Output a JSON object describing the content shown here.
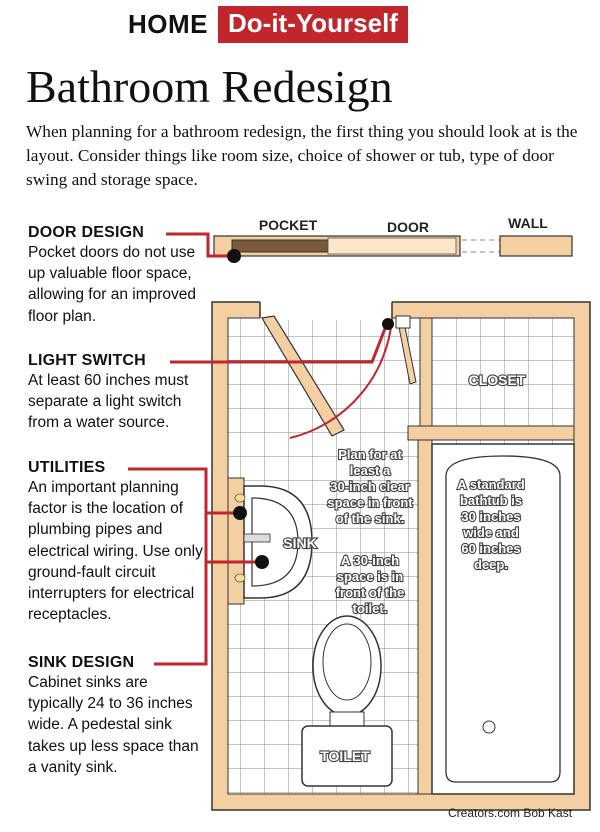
{
  "header": {
    "home": "HOME",
    "section": "Do-it-Yourself"
  },
  "title": "Bathroom Redesign",
  "intro": "When planning for a bathroom redesign, the first thing you should look at is the layout. Consider things like room size, choice of shower or tub, type of door swing and storage space.",
  "sidebar": [
    {
      "heading": "DOOR DESIGN",
      "body": "Pocket doors do not use up valuable floor space, allowing for an improved floor plan."
    },
    {
      "heading": "LIGHT SWITCH",
      "body": "At least 60 inches must separate a light switch from a water source."
    },
    {
      "heading": "UTILITIES",
      "body": "An important planning factor is the location of plumbing pipes and electrical wiring. Use only ground-fault circuit interrupters for electrical receptacles."
    },
    {
      "heading": "SINK DESIGN",
      "body": "Cabinet sinks are typically 24 to 36 inches wide. A pedestal sink takes up less space than a vanity sink."
    }
  ],
  "diagram": {
    "pocket": "POCKET",
    "door": "DOOR",
    "wall": "WALL",
    "closet": "CLOSET",
    "sink": "SINK",
    "toilet": "TOILET",
    "sink_clearance": [
      "Plan for at",
      "least a",
      "30-inch clear",
      "space in front",
      "of the sink."
    ],
    "toilet_clearance": [
      "A 30-inch",
      "space is in",
      "front of the",
      "toilet."
    ],
    "tub_note": [
      "A standard",
      "bathtub is",
      "30 inches",
      "wide and",
      "60 inches",
      "deep."
    ]
  },
  "credit": "Creators.com Bob Kast",
  "colors": {
    "accent_red": "#c0262b",
    "wall_fill": "#f3cfa2",
    "tile_grid": "#8a8a8a",
    "door_pocket": "#7a5a3a"
  }
}
